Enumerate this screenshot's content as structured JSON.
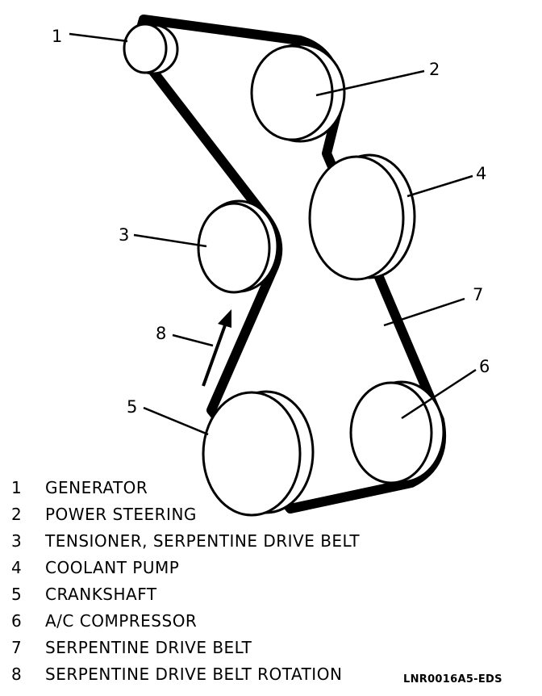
{
  "callouts": {
    "c1": "1",
    "c2": "2",
    "c3": "3",
    "c4": "4",
    "c5": "5",
    "c6": "6",
    "c7": "7",
    "c8": "8"
  },
  "legend": [
    {
      "num": "1",
      "label": "GENERATOR"
    },
    {
      "num": "2",
      "label": "POWER STEERING"
    },
    {
      "num": "3",
      "label": "TENSIONER, SERPENTINE DRIVE BELT"
    },
    {
      "num": "4",
      "label": "COOLANT PUMP"
    },
    {
      "num": "5",
      "label": "CRANKSHAFT"
    },
    {
      "num": "6",
      "label": "A/C COMPRESSOR"
    },
    {
      "num": "7",
      "label": "SERPENTINE DRIVE BELT"
    },
    {
      "num": "8",
      "label": "SERPENTINE DRIVE BELT ROTATION"
    }
  ],
  "figure_code": "LNR0016A5-EDS",
  "colors": {
    "ink": "#000000",
    "paper": "#ffffff"
  }
}
